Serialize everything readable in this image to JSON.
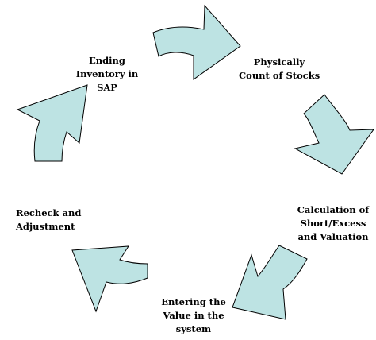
{
  "colors": {
    "arrow_fill": "#bde3e3",
    "arrow_stroke": "#000000",
    "text": "#000000",
    "background": "#ffffff"
  },
  "steps": [
    {
      "id": "ending-inventory",
      "lines": [
        "Ending",
        "Inventory in",
        "SAP"
      ]
    },
    {
      "id": "physically-count",
      "lines": [
        "Physically",
        "Count of Stocks"
      ]
    },
    {
      "id": "calculation",
      "lines": [
        "Calculation of",
        "Short/Excess",
        "and Valuation"
      ]
    },
    {
      "id": "entering-value",
      "lines": [
        "Entering the",
        "Value in the",
        "system"
      ]
    },
    {
      "id": "recheck",
      "lines": [
        "Recheck and",
        "Adjustment"
      ]
    }
  ]
}
